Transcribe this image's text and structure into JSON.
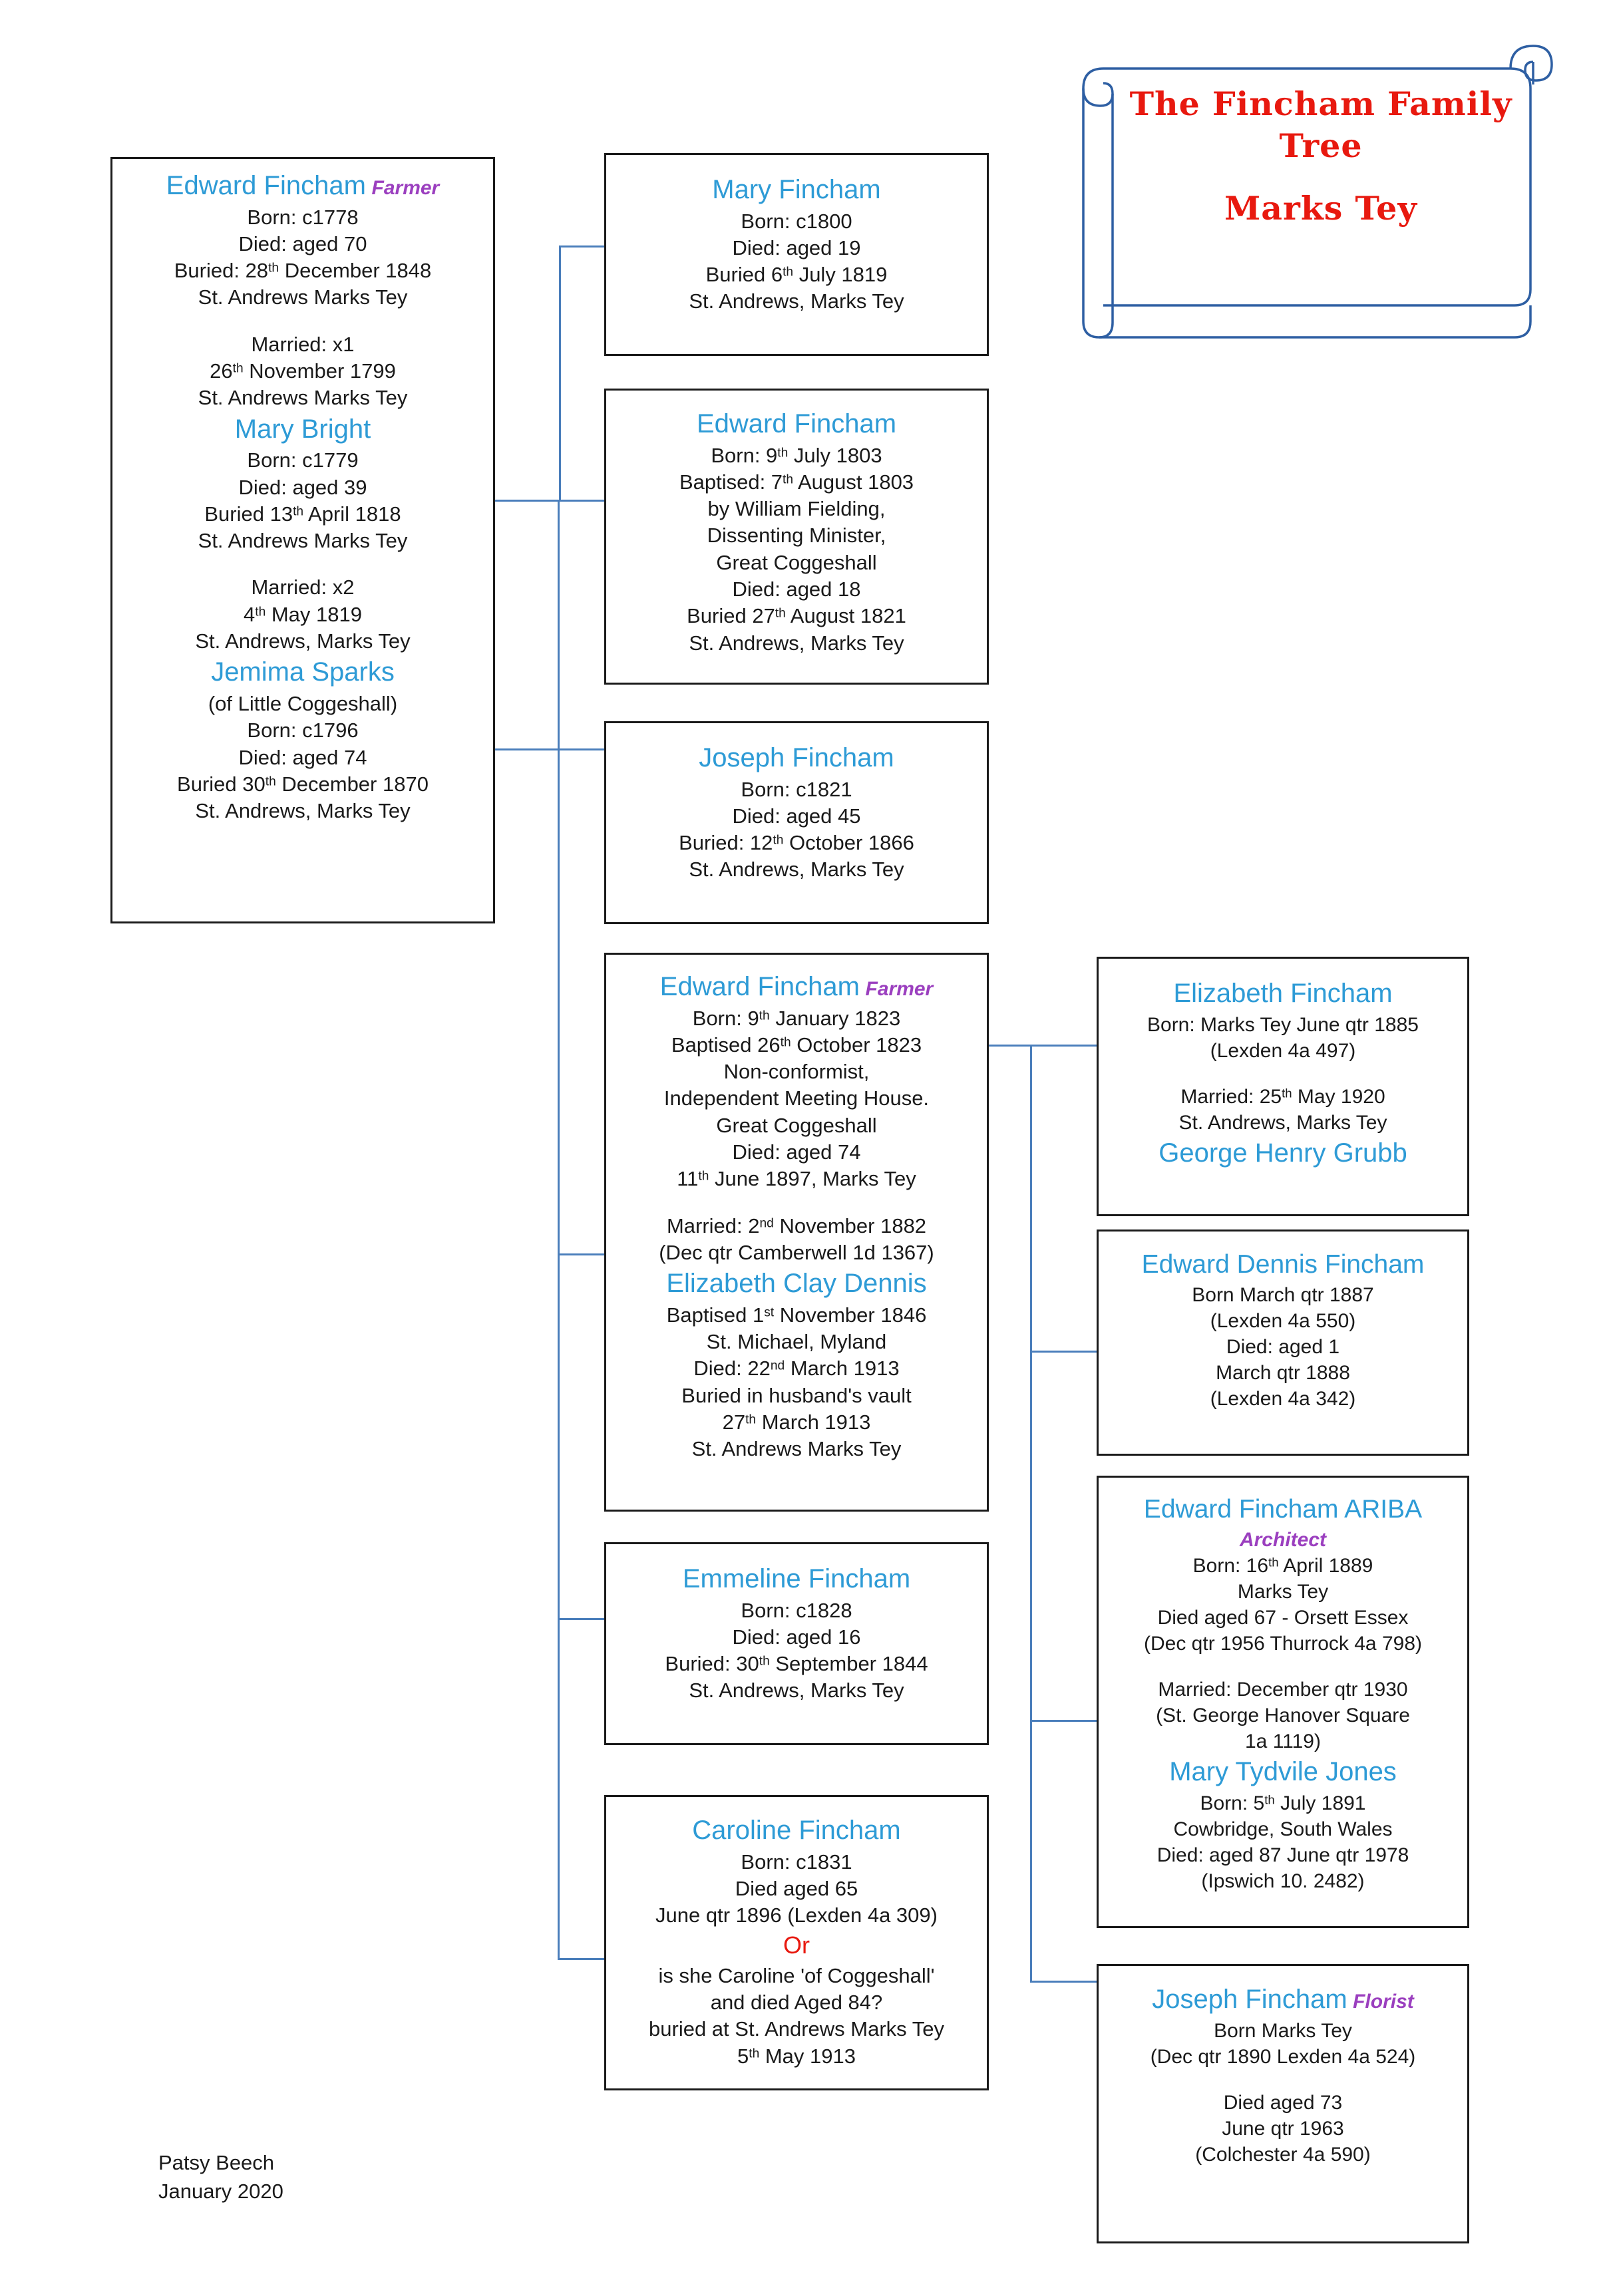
{
  "title_banner": {
    "line1": "The Fincham Family",
    "line2": "Tree",
    "line3": "Marks Tey",
    "color": "#e8190f",
    "border_color": "#2e5fa3"
  },
  "colors": {
    "name": "#2e9bd6",
    "occupation": "#9b3fbf",
    "body": "#1a1a1a",
    "connector": "#4a7ebb",
    "highlight": "#e8190f",
    "box_border": "#1a1a1a"
  },
  "boxes": {
    "edward_fincham_1778": {
      "name": "Edward Fincham",
      "occupation": "Farmer",
      "lines1": [
        "Born: c1778",
        "Died: aged 70",
        "Buried: 28th December 1848",
        "St. Andrews Marks Tey"
      ],
      "marriage1_label": "Married: x1",
      "marriage1_date": "26th November 1799",
      "marriage1_place": "St. Andrews Marks Tey",
      "spouse1_name": "Mary Bright",
      "spouse1_lines": [
        "Born: c1779",
        "Died: aged 39",
        "Buried 13th April 1818",
        "St. Andrews Marks Tey"
      ],
      "marriage2_label": "Married: x2",
      "marriage2_date": "4th May 1819",
      "marriage2_place": "St. Andrews, Marks Tey",
      "spouse2_name": "Jemima Sparks",
      "spouse2_lines": [
        "(of Little Coggeshall)",
        "Born: c1796",
        "Died: aged 74",
        "Buried 30th December 1870",
        "St. Andrews, Marks Tey"
      ]
    },
    "mary_fincham_1800": {
      "name": "Mary Fincham",
      "lines": [
        "Born: c1800",
        "Died: aged 19",
        "Buried 6th July 1819",
        "St. Andrews, Marks Tey"
      ]
    },
    "edward_fincham_1803": {
      "name": "Edward Fincham",
      "lines": [
        "Born: 9th July 1803",
        "Baptised: 7th August 1803",
        "by William Fielding,",
        "Dissenting Minister,",
        "Great Coggeshall",
        "Died: aged 18",
        "Buried 27th August 1821",
        "St. Andrews, Marks Tey"
      ]
    },
    "joseph_fincham_1821": {
      "name": "Joseph Fincham",
      "lines": [
        "Born: c1821",
        "Died: aged 45",
        "Buried: 12th October 1866",
        "St. Andrews, Marks Tey"
      ]
    },
    "edward_fincham_1823": {
      "name": "Edward Fincham",
      "occupation": "Farmer",
      "lines1": [
        "Born: 9th January 1823",
        "Baptised 26th October 1823",
        "Non-conformist,",
        "Independent Meeting House.",
        "Great Coggeshall",
        "Died: aged 74",
        "11th June 1897, Marks Tey"
      ],
      "marriage_label": "Married: 2nd November 1882",
      "marriage_ref": "(Dec qtr Camberwell 1d 1367)",
      "spouse_name": "Elizabeth Clay Dennis",
      "spouse_lines": [
        "Baptised 1st November 1846",
        "St. Michael, Myland",
        "Died: 22nd March 1913",
        "Buried in husband's vault",
        "27th March 1913",
        "St. Andrews Marks Tey"
      ]
    },
    "emmeline_fincham_1828": {
      "name": "Emmeline Fincham",
      "lines": [
        "Born: c1828",
        "Died: aged 16",
        "Buried: 30th September 1844",
        "St. Andrews, Marks Tey"
      ]
    },
    "caroline_fincham_1831": {
      "name": "Caroline Fincham",
      "lines": [
        "Born: c1831",
        "Died aged 65",
        "June qtr 1896 (Lexden 4a 309)"
      ],
      "or_label": "Or",
      "lines2": [
        "is she Caroline 'of Coggeshall'",
        "and died Aged 84?",
        "buried at St. Andrews Marks Tey",
        "5th May 1913"
      ]
    },
    "elizabeth_fincham_1885": {
      "name": "Elizabeth Fincham",
      "lines1": [
        "Born: Marks Tey June qtr 1885",
        "(Lexden 4a 497)"
      ],
      "marriage_label": "Married: 25th May 1920",
      "marriage_place": "St. Andrews, Marks Tey",
      "spouse_name": "George Henry Grubb"
    },
    "edward_dennis_fincham_1887": {
      "name": "Edward Dennis Fincham",
      "lines": [
        "Born March qtr 1887",
        "(Lexden 4a 550)",
        "Died: aged 1",
        "March qtr 1888",
        "(Lexden 4a 342)"
      ]
    },
    "edward_fincham_ariba_1889": {
      "name": "Edward Fincham ARIBA",
      "occupation": "Architect",
      "lines1": [
        "Born: 16th April 1889",
        "Marks Tey",
        "Died aged 67 - Orsett Essex",
        "(Dec qtr 1956 Thurrock 4a 798)"
      ],
      "marriage_label": "Married: December qtr 1930",
      "marriage_ref1": "(St. George Hanover Square",
      "marriage_ref2": "1a 1119)",
      "spouse_name": "Mary Tydvile Jones",
      "spouse_lines": [
        "Born: 5th July 1891",
        "Cowbridge, South Wales",
        "Died: aged 87 June qtr 1978",
        "(Ipswich 10. 2482)"
      ]
    },
    "joseph_fincham_1890": {
      "name": "Joseph Fincham",
      "occupation": "Florist",
      "lines1": [
        "Born Marks Tey",
        "(Dec qtr 1890 Lexden 4a 524)"
      ],
      "lines2": [
        "Died aged 73",
        "June qtr 1963",
        "(Colchester 4a 590)"
      ]
    }
  },
  "credit": {
    "author": "Patsy Beech",
    "date": "January 2020"
  }
}
